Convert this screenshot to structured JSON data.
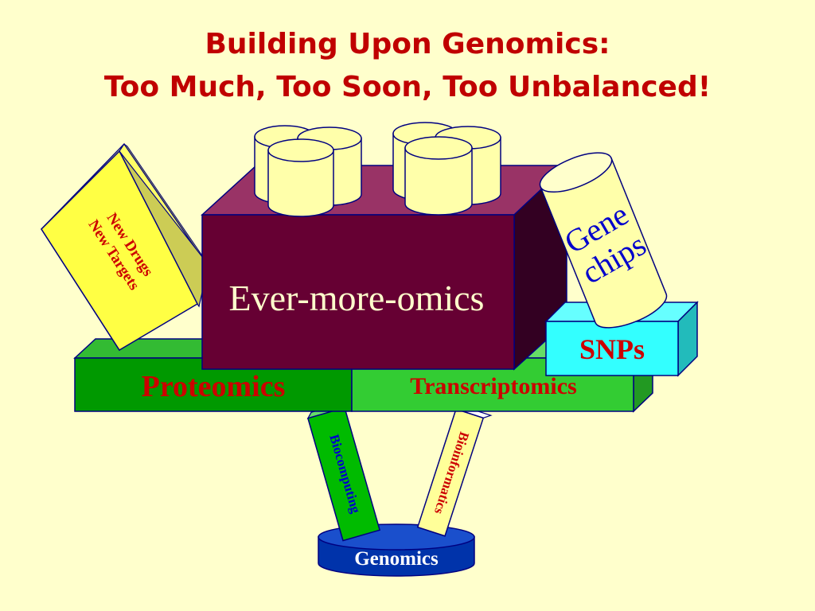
{
  "slide": {
    "title_line1": "Building Upon Genomics:",
    "title_line2": "Too Much, Too Soon, Too Unbalanced!"
  },
  "diagram": {
    "center_block": "Ever-more-omics",
    "proteomics": "Proteomics",
    "transcriptomics": "Transcriptomics",
    "snps": "SNPs",
    "gene_chips_line1": "Gene",
    "gene_chips_line2": "chips",
    "new_drugs_line1": "New Drugs",
    "new_drugs_line2": "New Targets",
    "biocomputing": "Biocomputing",
    "bioinformatics": "Bioinformatics",
    "genomics": "Genomics"
  },
  "colors": {
    "background": "#FFFFCC",
    "title": "#C00000",
    "center_block_front": "#660033",
    "proteomics_block": "#009900",
    "transcriptomics_block": "#33CC33",
    "snps_block": "#33FFFF",
    "genomics_disk": "#0033AA",
    "cylinders": "#FFFFAA",
    "label_red": "#CC0000",
    "label_blue": "#0000CC"
  }
}
